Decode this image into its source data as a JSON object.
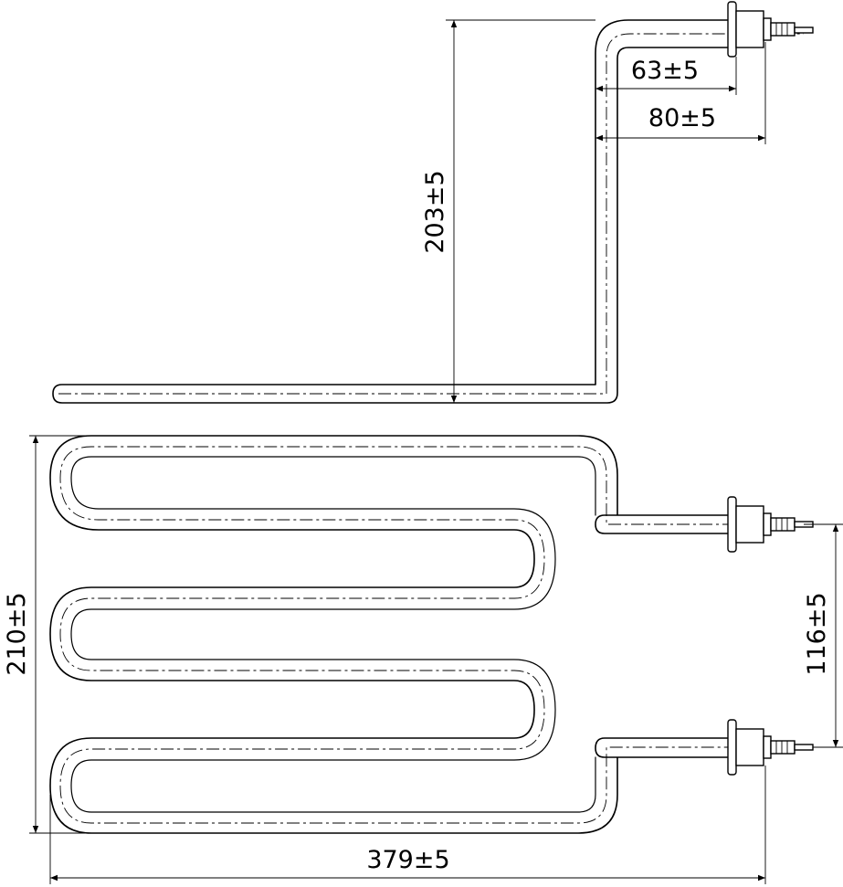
{
  "dimensions": {
    "top_height": "203±5",
    "inner_offset": "63±5",
    "outer_offset": "80±5",
    "total_height": "210±5",
    "terminal_spacing": "116±5",
    "total_length": "379±5"
  }
}
